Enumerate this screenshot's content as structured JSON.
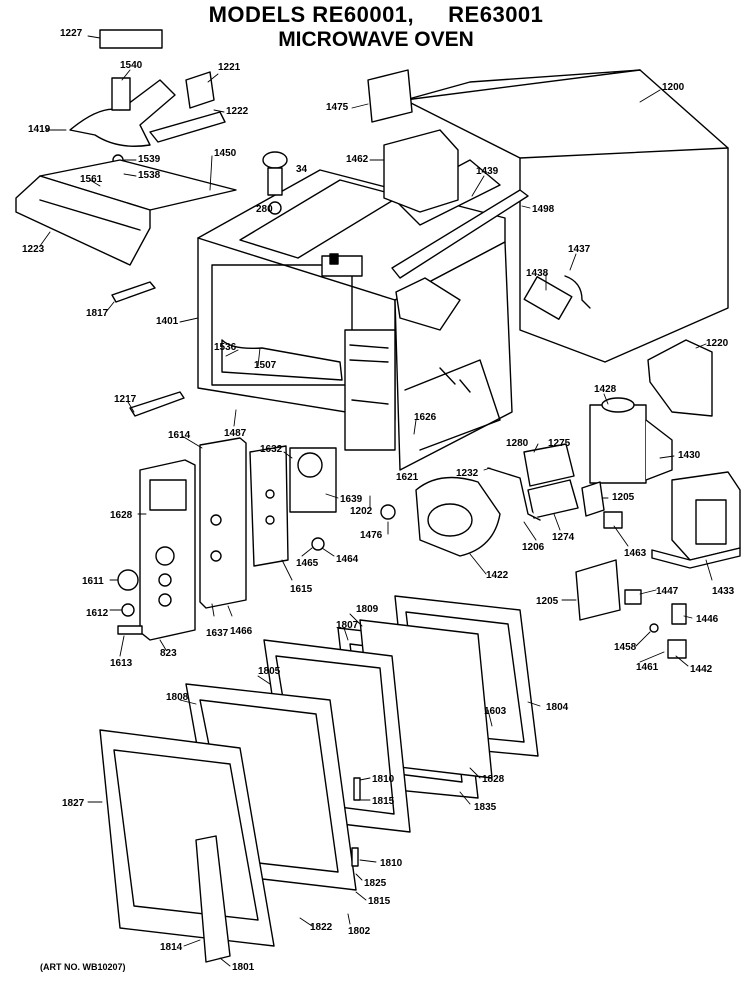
{
  "header": {
    "models_label": "MODELS RE60001,",
    "model_two": "RE63001",
    "subtitle": "MICROWAVE OVEN"
  },
  "footer": {
    "art_number": "(ART NO. WB10207)"
  },
  "parts": [
    {
      "id": "p1227",
      "label": "1227"
    },
    {
      "id": "p1540",
      "label": "1540"
    },
    {
      "id": "p1221",
      "label": "1221"
    },
    {
      "id": "p1222",
      "label": "1222"
    },
    {
      "id": "p1419",
      "label": "1419"
    },
    {
      "id": "p1539",
      "label": "1539"
    },
    {
      "id": "p1538",
      "label": "1538"
    },
    {
      "id": "p1450",
      "label": "1450"
    },
    {
      "id": "p1561",
      "label": "1561"
    },
    {
      "id": "p1223",
      "label": "1223"
    },
    {
      "id": "p34",
      "label": "34"
    },
    {
      "id": "p280",
      "label": "280"
    },
    {
      "id": "p1475",
      "label": "1475"
    },
    {
      "id": "p1200",
      "label": "1200"
    },
    {
      "id": "p1462",
      "label": "1462"
    },
    {
      "id": "p1439",
      "label": "1439"
    },
    {
      "id": "p1498",
      "label": "1498"
    },
    {
      "id": "p1437",
      "label": "1437"
    },
    {
      "id": "p1438",
      "label": "1438"
    },
    {
      "id": "p1817",
      "label": "1817"
    },
    {
      "id": "p1401",
      "label": "1401"
    },
    {
      "id": "p1536",
      "label": "1536"
    },
    {
      "id": "p1507",
      "label": "1507"
    },
    {
      "id": "p1220",
      "label": "1220"
    },
    {
      "id": "p1217",
      "label": "1217"
    },
    {
      "id": "p1487",
      "label": "1487"
    },
    {
      "id": "p1428",
      "label": "1428"
    },
    {
      "id": "p1626",
      "label": "1626"
    },
    {
      "id": "p1614",
      "label": "1614"
    },
    {
      "id": "p1632",
      "label": "1632"
    },
    {
      "id": "p1280",
      "label": "1280"
    },
    {
      "id": "p1275",
      "label": "1275"
    },
    {
      "id": "p1430",
      "label": "1430"
    },
    {
      "id": "p1621",
      "label": "1621"
    },
    {
      "id": "p1232",
      "label": "1232"
    },
    {
      "id": "p1205a",
      "label": "1205"
    },
    {
      "id": "p1639",
      "label": "1639"
    },
    {
      "id": "p1628",
      "label": "1628"
    },
    {
      "id": "p1202",
      "label": "1202"
    },
    {
      "id": "p1476",
      "label": "1476"
    },
    {
      "id": "p1206",
      "label": "1206"
    },
    {
      "id": "p1274",
      "label": "1274"
    },
    {
      "id": "p1463",
      "label": "1463"
    },
    {
      "id": "p1465",
      "label": "1465"
    },
    {
      "id": "p1464",
      "label": "1464"
    },
    {
      "id": "p1433",
      "label": "1433"
    },
    {
      "id": "p1611",
      "label": "1611"
    },
    {
      "id": "p1615",
      "label": "1615"
    },
    {
      "id": "p1422",
      "label": "1422"
    },
    {
      "id": "p1205b",
      "label": "1205"
    },
    {
      "id": "p1447",
      "label": "1447"
    },
    {
      "id": "p1612",
      "label": "1612"
    },
    {
      "id": "p1637",
      "label": "1637"
    },
    {
      "id": "p1466",
      "label": "1466"
    },
    {
      "id": "p1809",
      "label": "1809"
    },
    {
      "id": "p1446",
      "label": "1446"
    },
    {
      "id": "p1613",
      "label": "1613"
    },
    {
      "id": "p823",
      "label": "823"
    },
    {
      "id": "p1807",
      "label": "1807"
    },
    {
      "id": "p1458",
      "label": "1458"
    },
    {
      "id": "p1461",
      "label": "1461"
    },
    {
      "id": "p1442",
      "label": "1442"
    },
    {
      "id": "p1805",
      "label": "1805"
    },
    {
      "id": "p1804",
      "label": "1804"
    },
    {
      "id": "p1808",
      "label": "1808"
    },
    {
      "id": "p1603",
      "label": "1603"
    },
    {
      "id": "p1810a",
      "label": "1810"
    },
    {
      "id": "p1828",
      "label": "1828"
    },
    {
      "id": "p1827",
      "label": "1827"
    },
    {
      "id": "p1815a",
      "label": "1815"
    },
    {
      "id": "p1835",
      "label": "1835"
    },
    {
      "id": "p1810b",
      "label": "1810"
    },
    {
      "id": "p1825",
      "label": "1825"
    },
    {
      "id": "p1815b",
      "label": "1815"
    },
    {
      "id": "p1822",
      "label": "1822"
    },
    {
      "id": "p1802",
      "label": "1802"
    },
    {
      "id": "p1814",
      "label": "1814"
    },
    {
      "id": "p1801",
      "label": "1801"
    }
  ]
}
